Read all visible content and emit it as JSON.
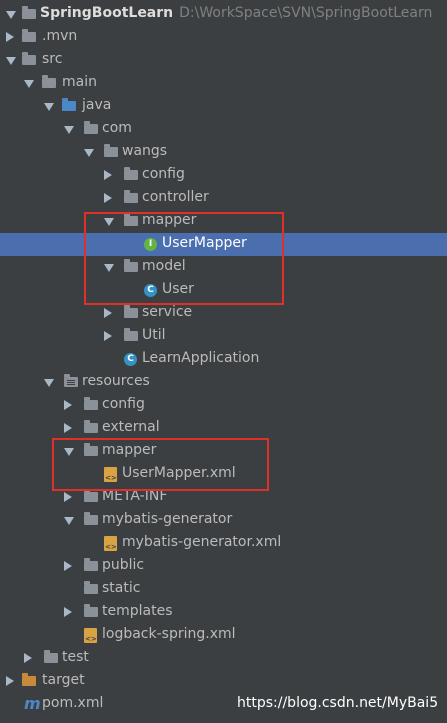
{
  "tree": {
    "project": {
      "name": "SpringBootLearn",
      "path": "D:\\WorkSpace\\SVN\\SpringBootLearn"
    },
    "mvn": ".mvn",
    "src": "src",
    "main": "main",
    "java": "java",
    "com": "com",
    "wangs": "wangs",
    "config": "config",
    "controller": "controller",
    "mapper": "mapper",
    "user_mapper": "UserMapper",
    "model": "model",
    "user": "User",
    "service": "service",
    "util": "Util",
    "learn_app": "LearnApplication",
    "resources": "resources",
    "res_config": "config",
    "res_external": "external",
    "res_mapper": "mapper",
    "user_mapper_xml": "UserMapper.xml",
    "meta_inf": "META-INF",
    "mybatis_gen": "mybatis-generator",
    "mybatis_gen_xml": "mybatis-generator.xml",
    "public": "public",
    "static": "static",
    "templates": "templates",
    "logback": "logback-spring.xml",
    "test": "test",
    "target": "target",
    "pom": "pom.xml"
  },
  "icons": {
    "interface_letter": "I",
    "class_letter": "C",
    "maven_letter": "m"
  },
  "watermark": "https://blog.csdn.net/MyBai5",
  "colors": {
    "selection": "#4b6eaf",
    "highlight_box": "#e0302a",
    "background": "#3c3f41"
  }
}
